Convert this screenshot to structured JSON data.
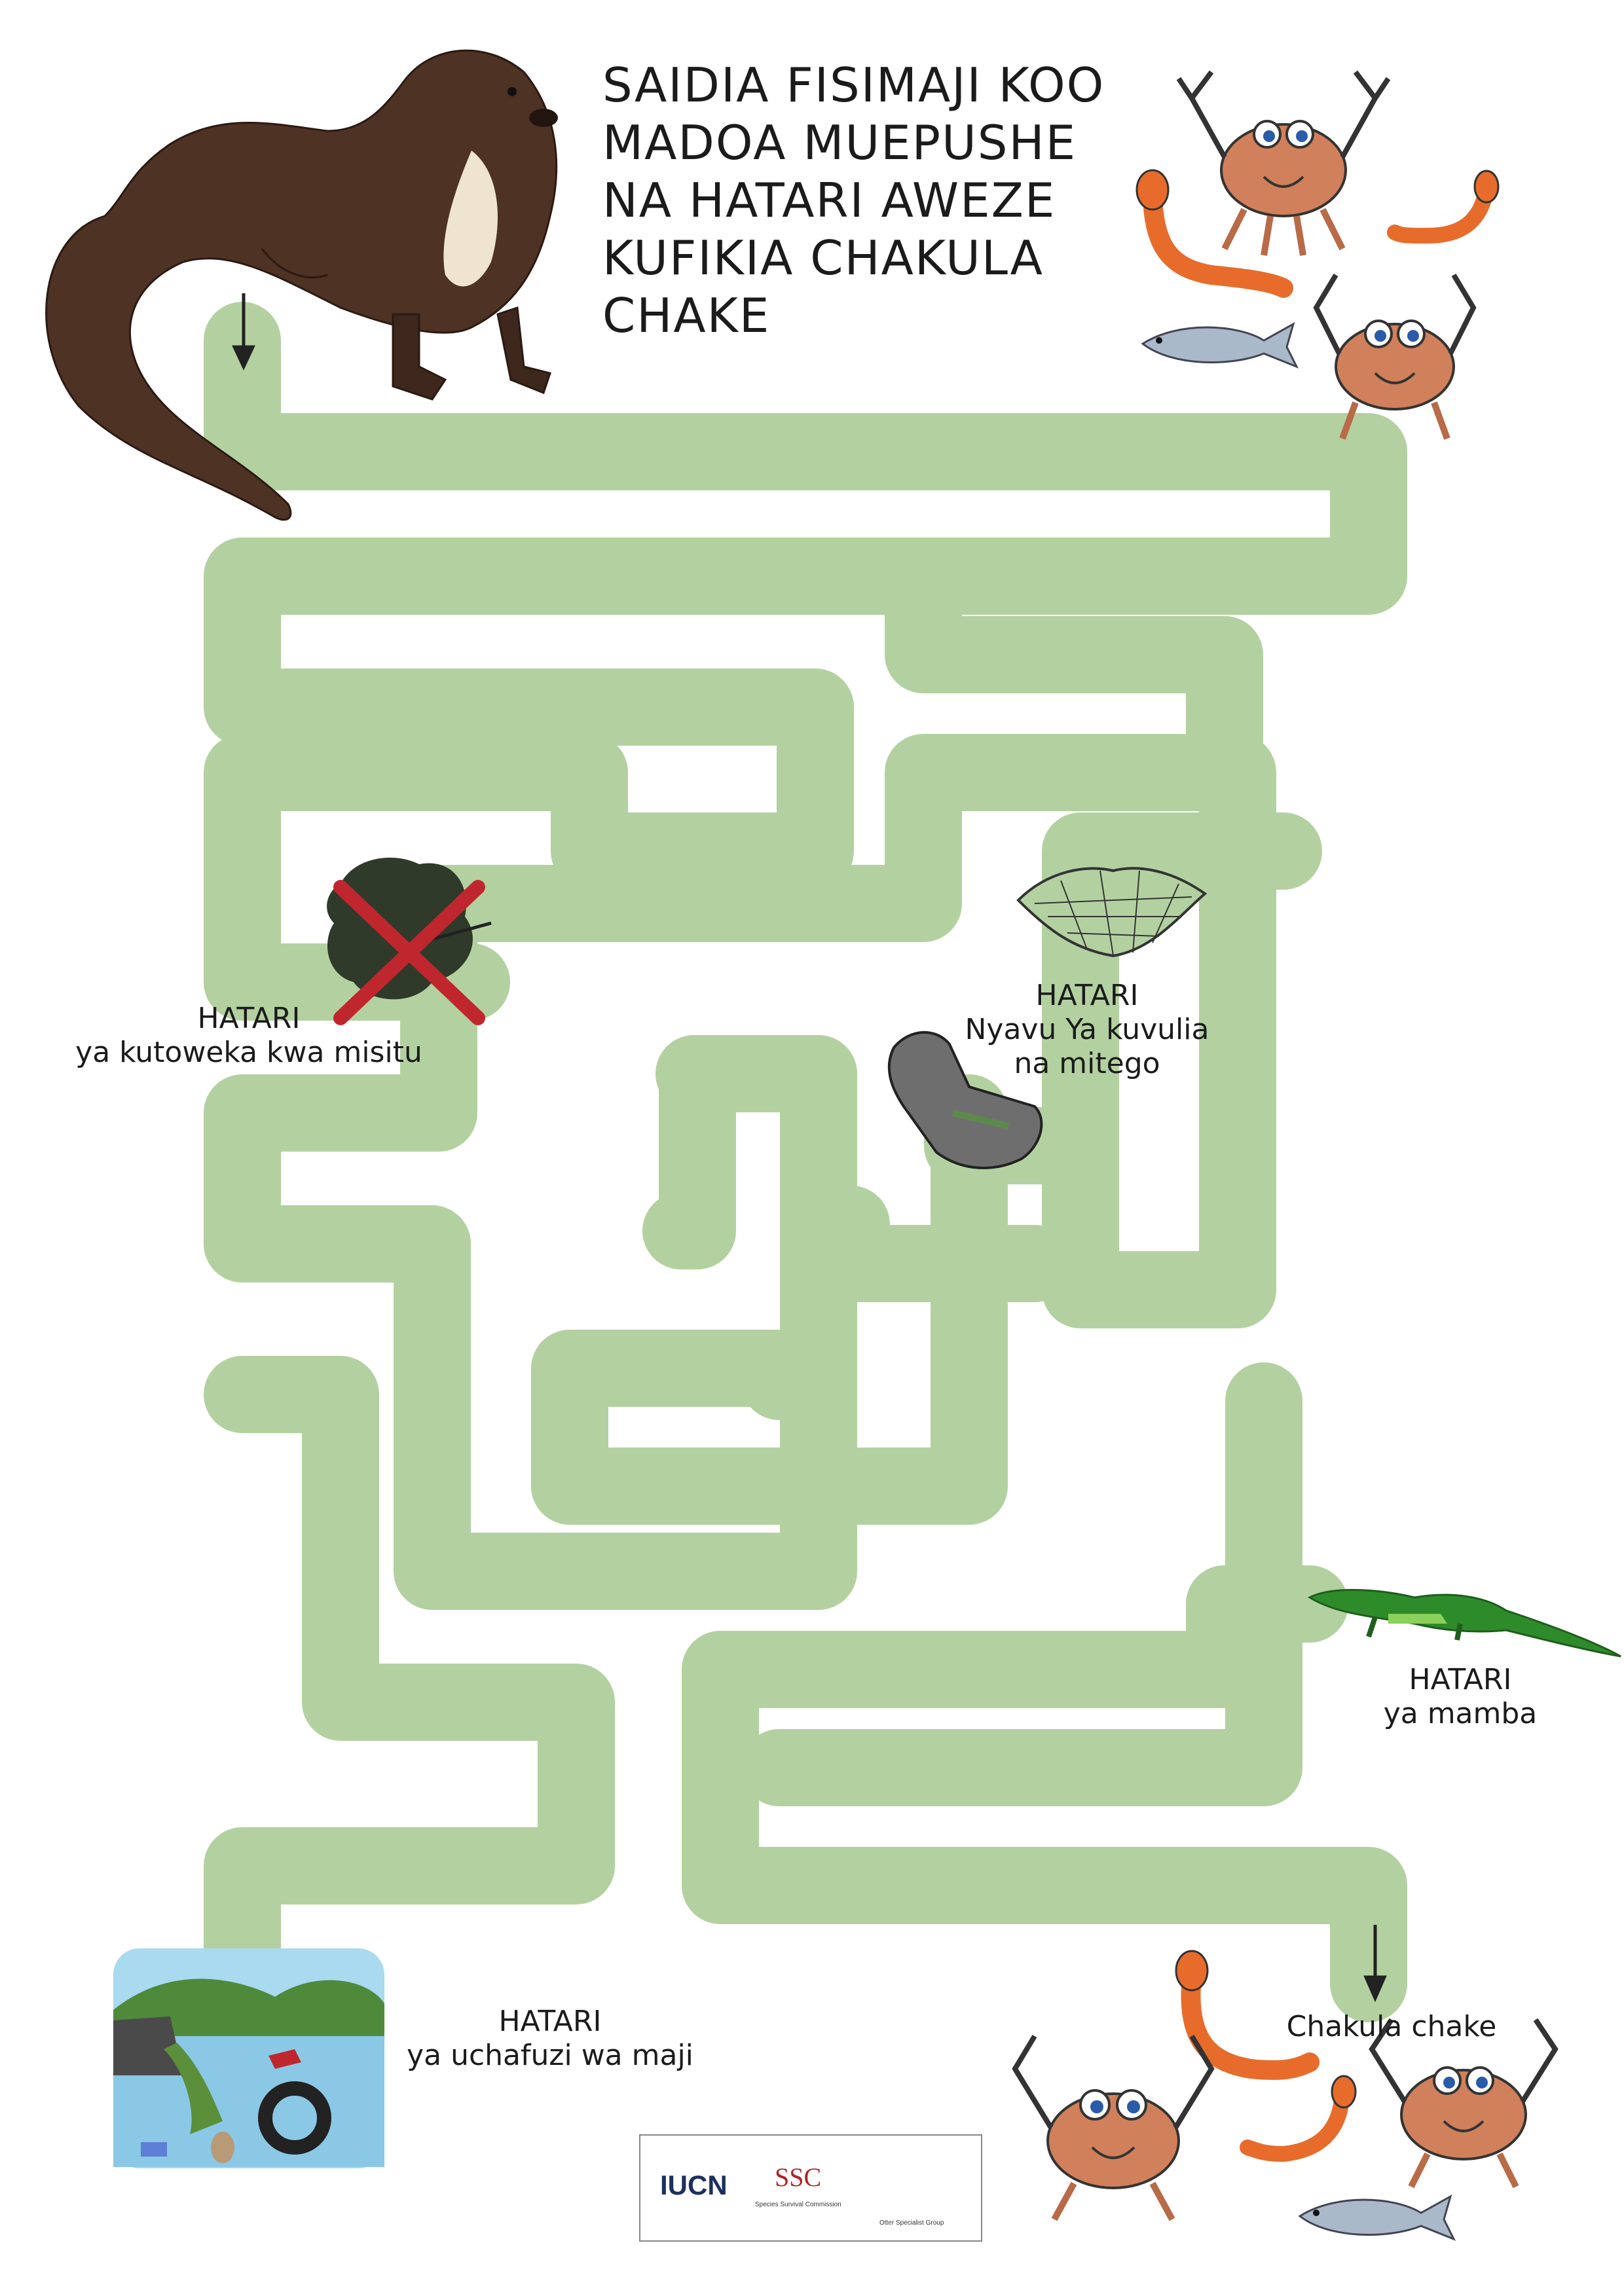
{
  "title": {
    "lines": [
      "SAIDIA FISIMAJI KOO",
      "MADOA MUEPUSHE",
      "NA HATARI AWEZE",
      "KUFIKIA CHAKULA",
      "CHAKE"
    ]
  },
  "hazards": {
    "deforestation": {
      "heading": "HATARI",
      "text": "ya kutoweka kwa misitu"
    },
    "nets": {
      "heading": "HATARI",
      "line1": "Nyavu Ya kuvulia",
      "line2": "na mitego"
    },
    "crocodile": {
      "heading": "HATARI",
      "text": "ya mamba"
    },
    "pollution": {
      "heading": "HATARI",
      "text": "ya uchafuzi wa maji"
    }
  },
  "goal": {
    "label": "Chakula chake"
  },
  "logos": {
    "iucn": "IUCN",
    "ssc": "SSC",
    "ssc_sub": "Species Survival Commission",
    "osg_sub": "Otter Specialist Group"
  },
  "icons": {
    "start_arrow": "arrow-down-icon",
    "end_arrow": "arrow-down-icon",
    "otter": "otter-illustration",
    "crab": "crab-illustration",
    "worm": "worm-illustration",
    "fish": "fish-illustration",
    "tree": "tree-illustration",
    "cross": "cross-icon",
    "net": "fishing-net-illustration",
    "trap": "trap-illustration",
    "crocodile": "crocodile-illustration",
    "pollution": "pollution-scene-illustration"
  },
  "colors": {
    "maze_path": "#b3d1a0",
    "cross": "#c0262d",
    "otter": "#4e3224",
    "crab": "#d0805a",
    "worm": "#e76c2b",
    "crocodile": "#2e8b2a",
    "text": "#1b1b1b"
  }
}
